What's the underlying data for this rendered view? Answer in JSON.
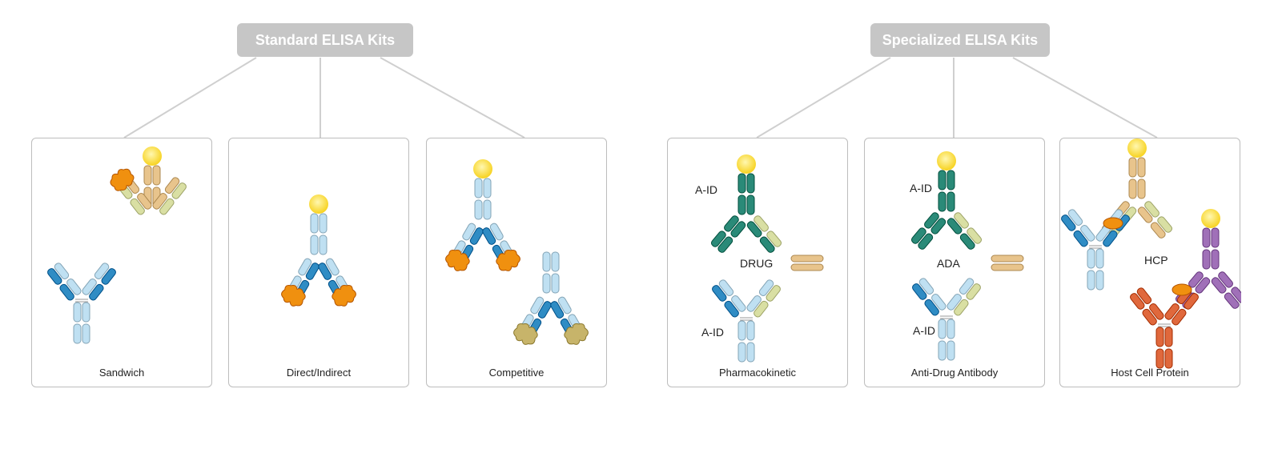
{
  "groups": [
    {
      "title": "Standard ELISA Kits",
      "panels": [
        {
          "caption": "Sandwich"
        },
        {
          "caption": "Direct/Indirect"
        },
        {
          "caption": "Competitive"
        }
      ]
    },
    {
      "title": "Specialized ELISA Kits",
      "panels": [
        {
          "caption": "Pharmacokinetic",
          "labels": [
            "A-ID",
            "DRUG",
            "A-ID"
          ]
        },
        {
          "caption": "Anti-Drug Antibody",
          "labels": [
            "A-ID",
            "ADA",
            "A-ID"
          ]
        },
        {
          "caption": "Host Cell Protein",
          "labels": [
            "HCP"
          ]
        }
      ]
    }
  ],
  "colors": {
    "light_blue": "#bfe0f2",
    "mid_blue": "#2f8cc4",
    "tan": "#e8c48c",
    "sage": "#d9dfa3",
    "teal": "#2a8a78",
    "orange": "#f0900f",
    "olive": "#c7b46a",
    "purple": "#a070b8",
    "red_orange": "#e0683c",
    "gold": "#f7d21e",
    "line": "#cfcfcf"
  }
}
